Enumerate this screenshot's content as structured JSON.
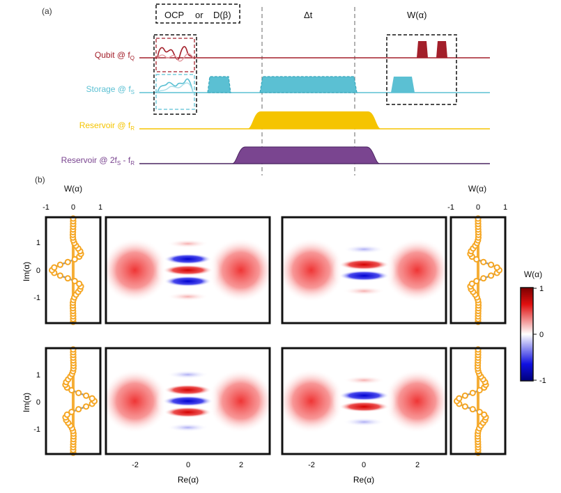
{
  "panel_a": {
    "label": "(a)",
    "header_ocp": "OCP",
    "header_or": "or",
    "header_disp": "D(β)",
    "header_dt": "Δt",
    "header_wigner": "W(α)",
    "channels": [
      {
        "name": "Qubit @ f",
        "sub": "Q",
        "suffix": "",
        "color": "#a31f2a"
      },
      {
        "name": "Storage @ f",
        "sub": "S",
        "suffix": "",
        "color": "#5bc0d3"
      },
      {
        "name": "Reservoir @ f",
        "sub": "R",
        "suffix": "",
        "color": "#f5c400"
      },
      {
        "name": "Reservoir @ 2f",
        "sub": "S",
        "suffix": " - f",
        "sub2": "R",
        "color": "#7a4590"
      }
    ]
  },
  "panel_b": {
    "label": "(b)",
    "cut_title_left": "W(α)",
    "cut_title_right": "W(α)",
    "cut_ticks": [
      "-1",
      "0",
      "1"
    ],
    "im_axis_label": "Im(α)",
    "re_axis_label": "Re(α)",
    "im_ticks": [
      "1",
      "0",
      "-1"
    ],
    "re_ticks": [
      "-2",
      "0",
      "2"
    ],
    "colorbar": {
      "title": "W(α)",
      "ticks": [
        "1",
        "0",
        "-1"
      ],
      "top_color": "#8b0000",
      "mid_color": "#ffffff",
      "bottom_color": "#00008b"
    },
    "line_color": "#f5a623",
    "marker_color": "#f5a623"
  }
}
